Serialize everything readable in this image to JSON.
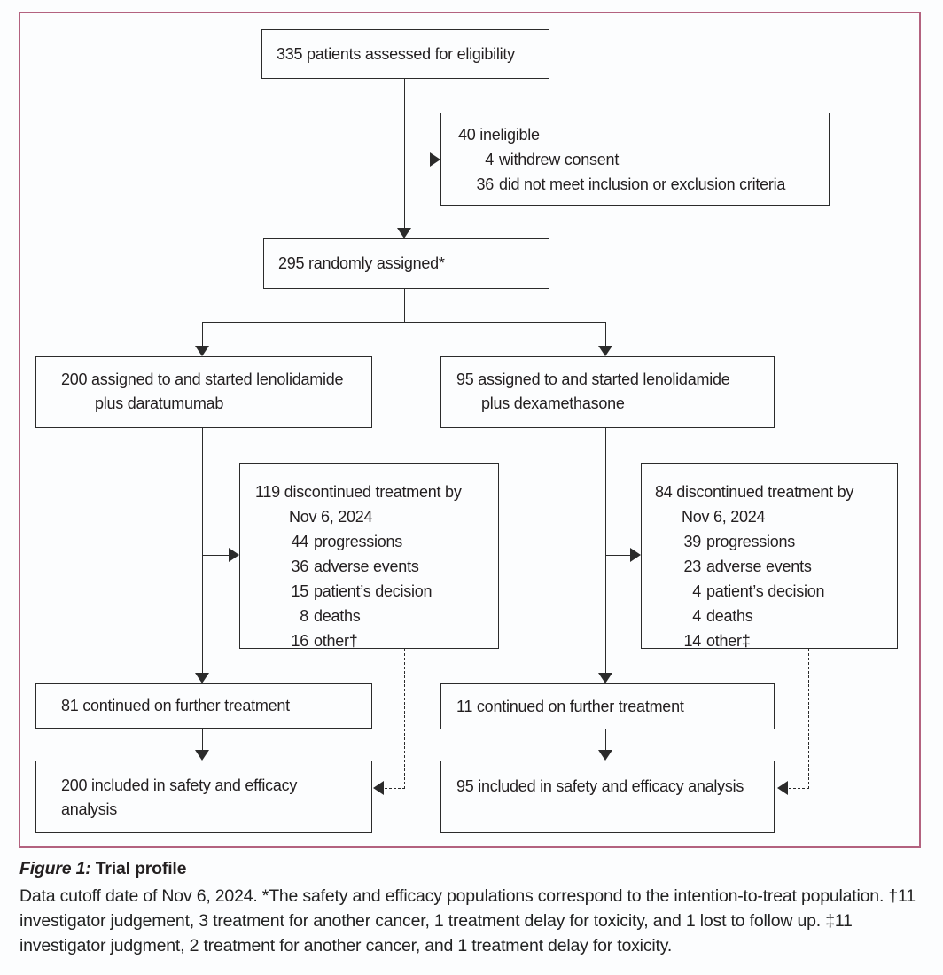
{
  "figure": {
    "label": "Figure 1:",
    "title": " Trial profile",
    "caption": "Data cutoff date of Nov 6, 2024. *The safety and efficacy populations correspond to the intention-to-treat population. †11 investigator judgement, 3 treatment for another cancer, 1 treatment delay for toxicity, and 1 lost to follow up. ‡11 investigator judgment, 2 treatment for another cancer, and 1 treatment delay for toxicity."
  },
  "boxes": {
    "assessed": {
      "text": "335 patients assessed for eligibility"
    },
    "ineligible": {
      "line1": "40 ineligible",
      "items": [
        {
          "num": "4",
          "text": "withdrew consent"
        },
        {
          "num": "36",
          "text": "did not meet inclusion or exclusion criteria"
        }
      ]
    },
    "randomized": {
      "text": "295 randomly assigned*"
    },
    "arm_daratumumab": {
      "line1": "200 assigned to and started lenolidamide",
      "line2": "plus daratumumab"
    },
    "arm_dexamethasone": {
      "line1": "95 assigned to and started lenolidamide",
      "line2": "plus dexamethasone"
    },
    "discontinued_daratumumab": {
      "line1": "119 discontinued treatment by",
      "line2": "Nov 6, 2024",
      "items": [
        {
          "num": "44",
          "text": "progressions"
        },
        {
          "num": "36",
          "text": "adverse events"
        },
        {
          "num": "15",
          "text": "patient’s decision"
        },
        {
          "num": "8",
          "text": "deaths"
        },
        {
          "num": "16",
          "text": "other†"
        }
      ]
    },
    "discontinued_dexamethasone": {
      "line1": "84 discontinued treatment by",
      "line2": "Nov 6, 2024",
      "items": [
        {
          "num": "39",
          "text": "progressions"
        },
        {
          "num": "23",
          "text": "adverse events"
        },
        {
          "num": "4",
          "text": "patient’s decision"
        },
        {
          "num": "4",
          "text": "deaths"
        },
        {
          "num": "14",
          "text": "other‡"
        }
      ]
    },
    "continued_daratumumab": {
      "text": "81 continued on further treatment"
    },
    "continued_dexamethasone": {
      "text": "11 continued on further treatment"
    },
    "analysis_daratumumab": {
      "line1": "200 included in safety and efficacy",
      "line2": "analysis"
    },
    "analysis_dexamethasone": {
      "text": "95 included in safety and efficacy analysis"
    }
  },
  "colors": {
    "frame_border": "#b3627f",
    "box_border": "#2b2b2b",
    "text": "#231f20",
    "background": "#fcfdfe"
  }
}
